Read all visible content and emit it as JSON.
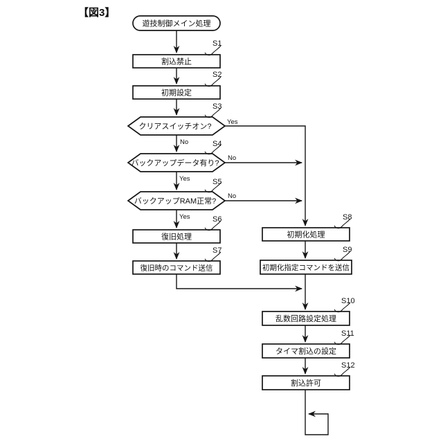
{
  "figure_label": "【図3】",
  "flowchart": {
    "start_label": "遊技制御メイン処理",
    "branch": {
      "yes": "Yes",
      "no": "No"
    },
    "steps": [
      {
        "id": "S1",
        "type": "process",
        "label": "割込禁止"
      },
      {
        "id": "S2",
        "type": "process",
        "label": "初期設定"
      },
      {
        "id": "S3",
        "type": "decision",
        "label": "クリアスイッチオン?"
      },
      {
        "id": "S4",
        "type": "decision",
        "label": "バックアップデータ有り?"
      },
      {
        "id": "S5",
        "type": "decision",
        "label": "バックアップRAM正常?"
      },
      {
        "id": "S6",
        "type": "process",
        "label": "復旧処理"
      },
      {
        "id": "S7",
        "type": "process",
        "label": "復旧時のコマンド送信"
      },
      {
        "id": "S8",
        "type": "process",
        "label": "初期化処理"
      },
      {
        "id": "S9",
        "type": "process",
        "label": "初期化指定コマンドを送信"
      },
      {
        "id": "S10",
        "type": "process",
        "label": "乱数回路設定処理"
      },
      {
        "id": "S11",
        "type": "process",
        "label": "タイマ割込の設定"
      },
      {
        "id": "S12",
        "type": "process",
        "label": "割込許可"
      }
    ],
    "colors": {
      "line": "#161616",
      "background": "#ffffff"
    }
  }
}
